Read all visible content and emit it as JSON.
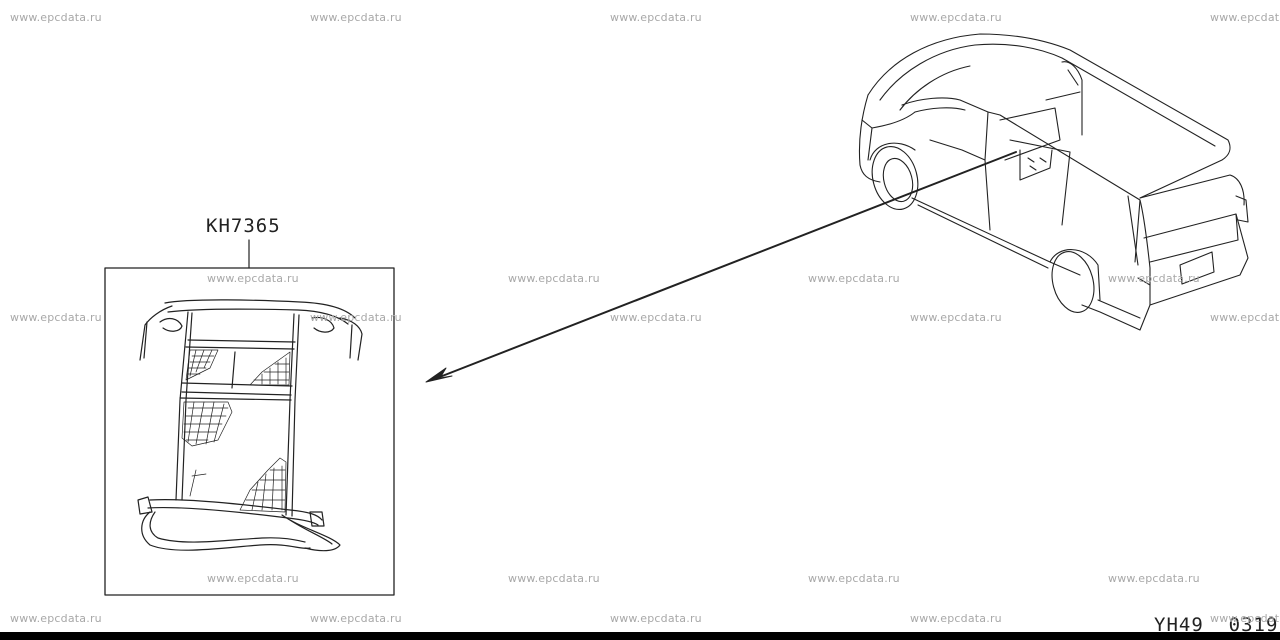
{
  "part_number": "KH7365",
  "diagram_code": "YH49  0319",
  "watermark": "www.epcdata.ru",
  "colors": {
    "line": "#222222",
    "watermark": "#a8a8a8",
    "footer_bar": "#000000"
  }
}
